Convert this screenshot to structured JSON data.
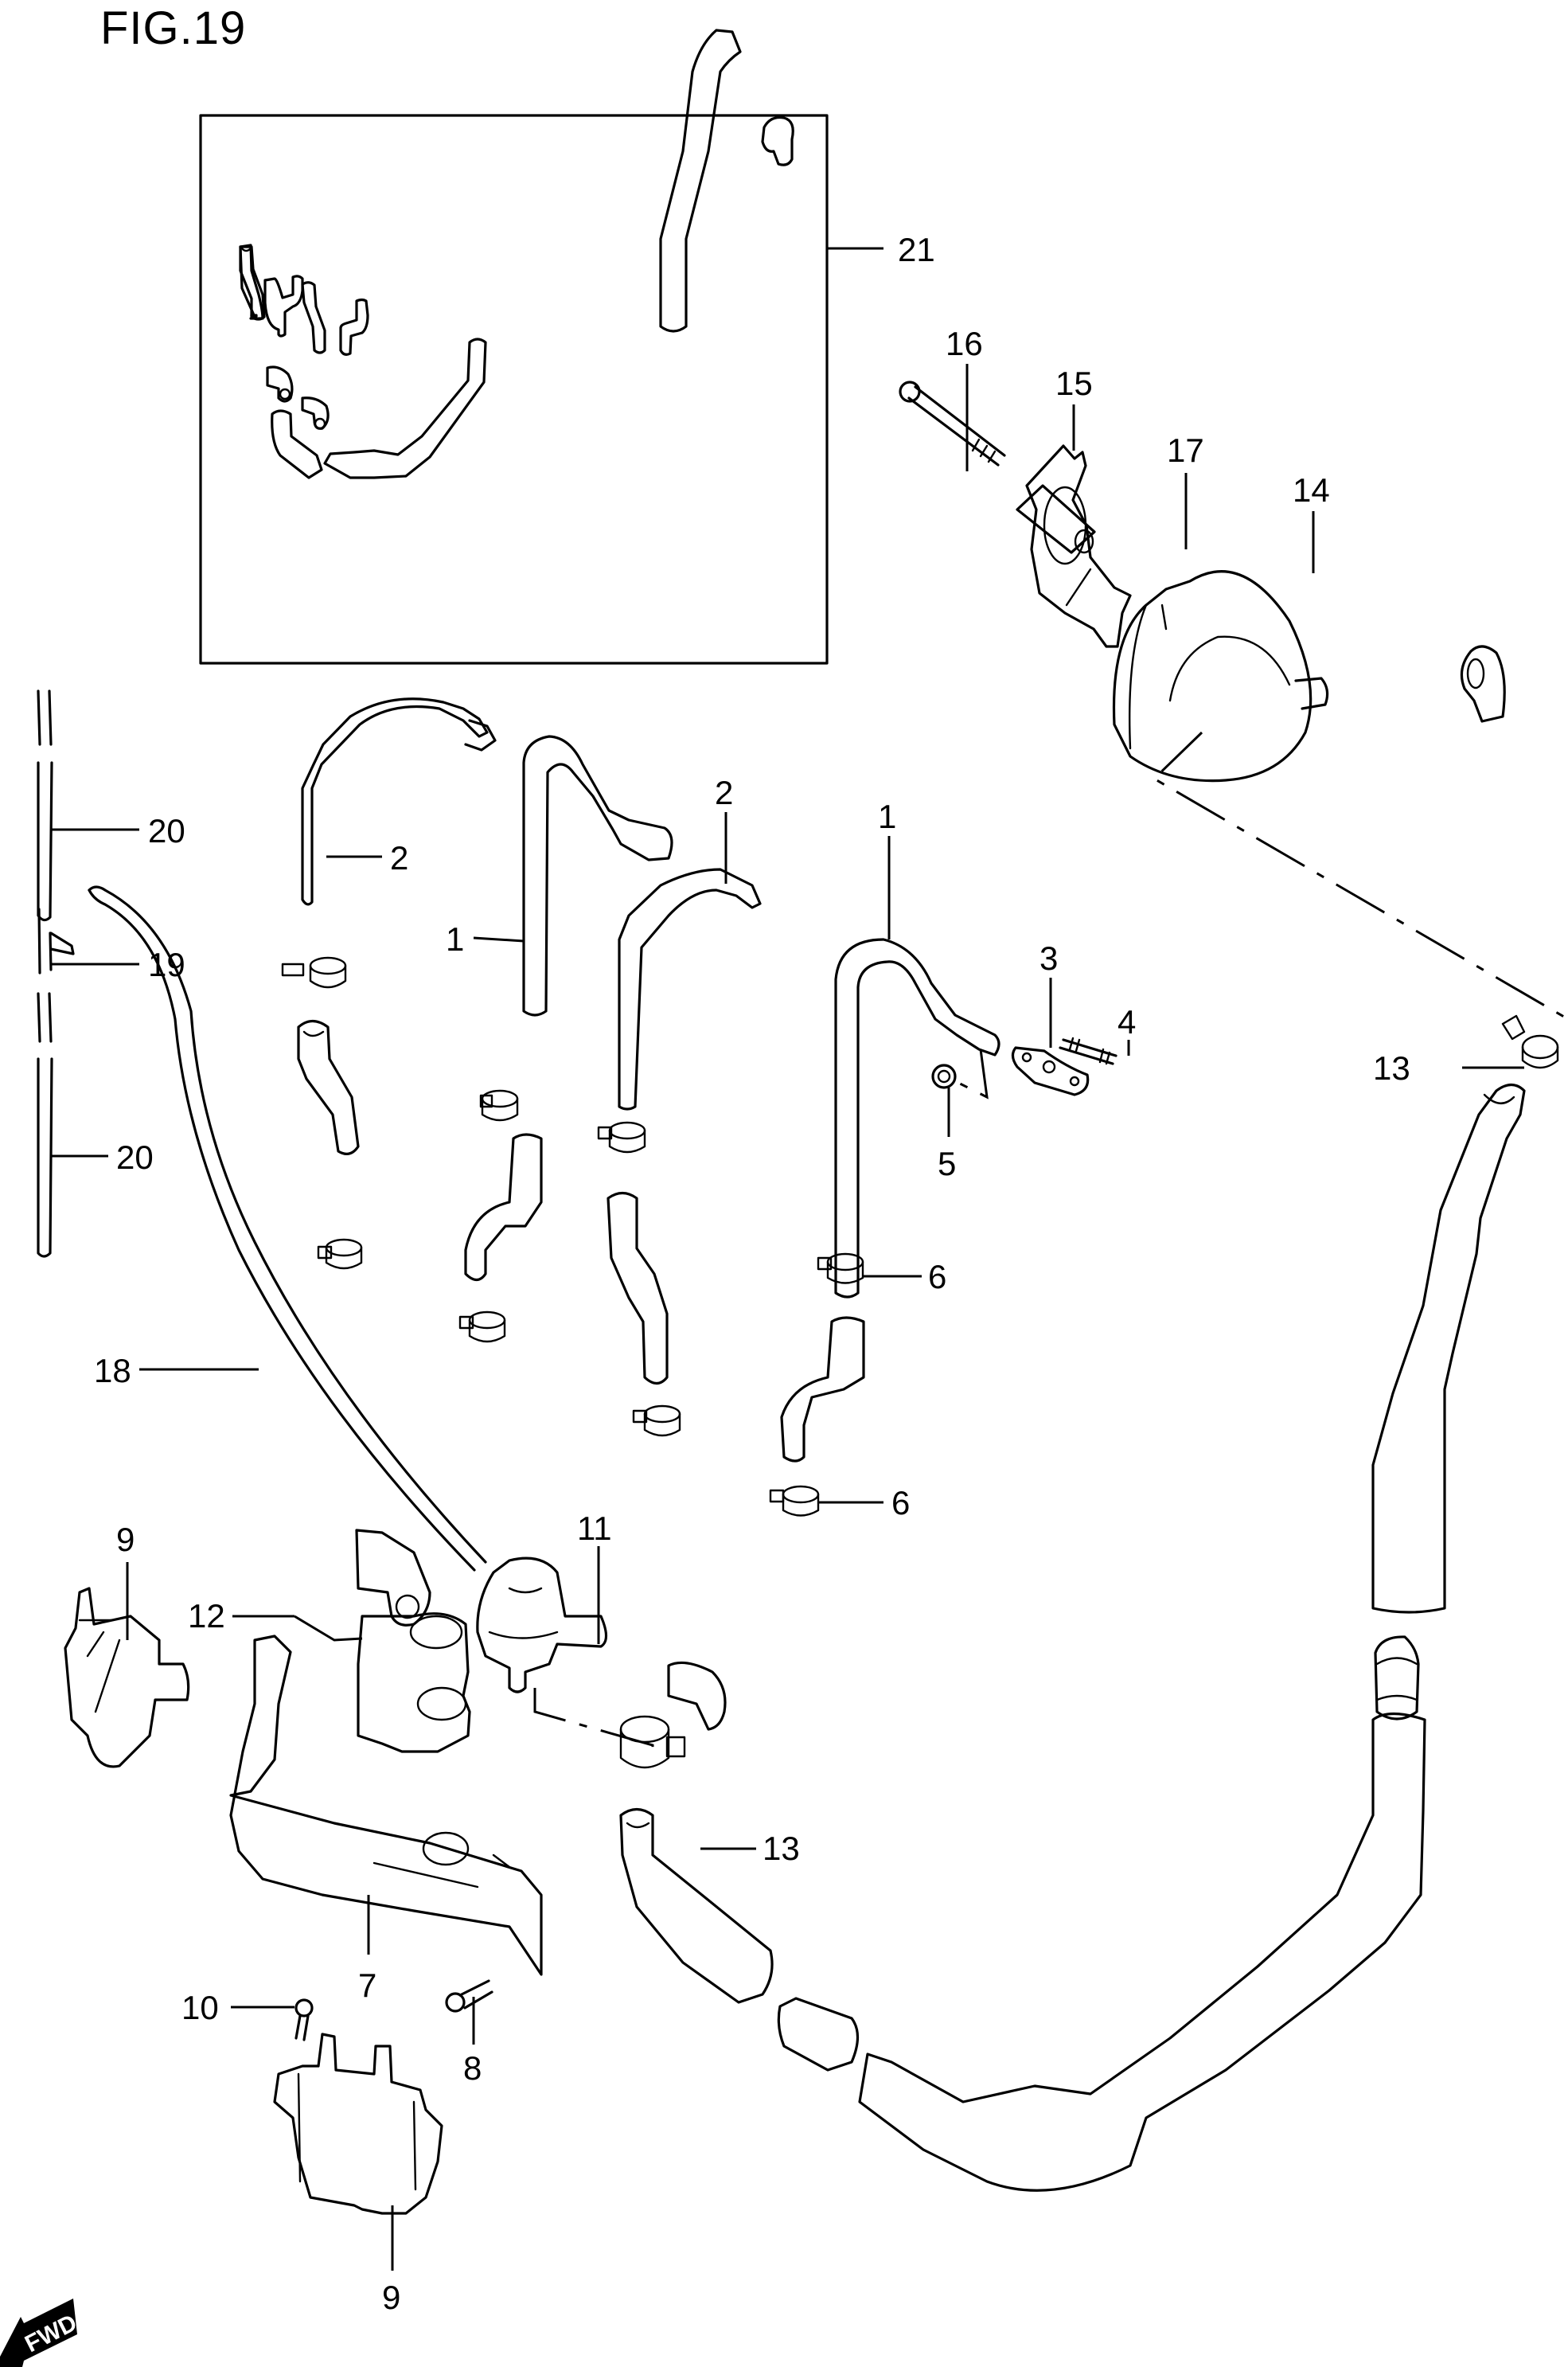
{
  "figure": {
    "title": "FIG.19",
    "direction_marker": "FWD"
  },
  "callouts": [
    {
      "id": "c1a",
      "label": "1"
    },
    {
      "id": "c1b",
      "label": "1"
    },
    {
      "id": "c2a",
      "label": "2"
    },
    {
      "id": "c2b",
      "label": "2"
    },
    {
      "id": "c3",
      "label": "3"
    },
    {
      "id": "c4",
      "label": "4"
    },
    {
      "id": "c5",
      "label": "5"
    },
    {
      "id": "c6a",
      "label": "6"
    },
    {
      "id": "c6b",
      "label": "6"
    },
    {
      "id": "c7",
      "label": "7"
    },
    {
      "id": "c8",
      "label": "8"
    },
    {
      "id": "c9a",
      "label": "9"
    },
    {
      "id": "c9b",
      "label": "9"
    },
    {
      "id": "c10",
      "label": "10"
    },
    {
      "id": "c11",
      "label": "11"
    },
    {
      "id": "c12",
      "label": "12"
    },
    {
      "id": "c13a",
      "label": "13"
    },
    {
      "id": "c13b",
      "label": "13"
    },
    {
      "id": "c14",
      "label": "14"
    },
    {
      "id": "c15",
      "label": "15"
    },
    {
      "id": "c16",
      "label": "16"
    },
    {
      "id": "c17",
      "label": "17"
    },
    {
      "id": "c18",
      "label": "18"
    },
    {
      "id": "c19",
      "label": "19"
    },
    {
      "id": "c20a",
      "label": "20"
    },
    {
      "id": "c20b",
      "label": "20"
    },
    {
      "id": "c21",
      "label": "21"
    }
  ]
}
